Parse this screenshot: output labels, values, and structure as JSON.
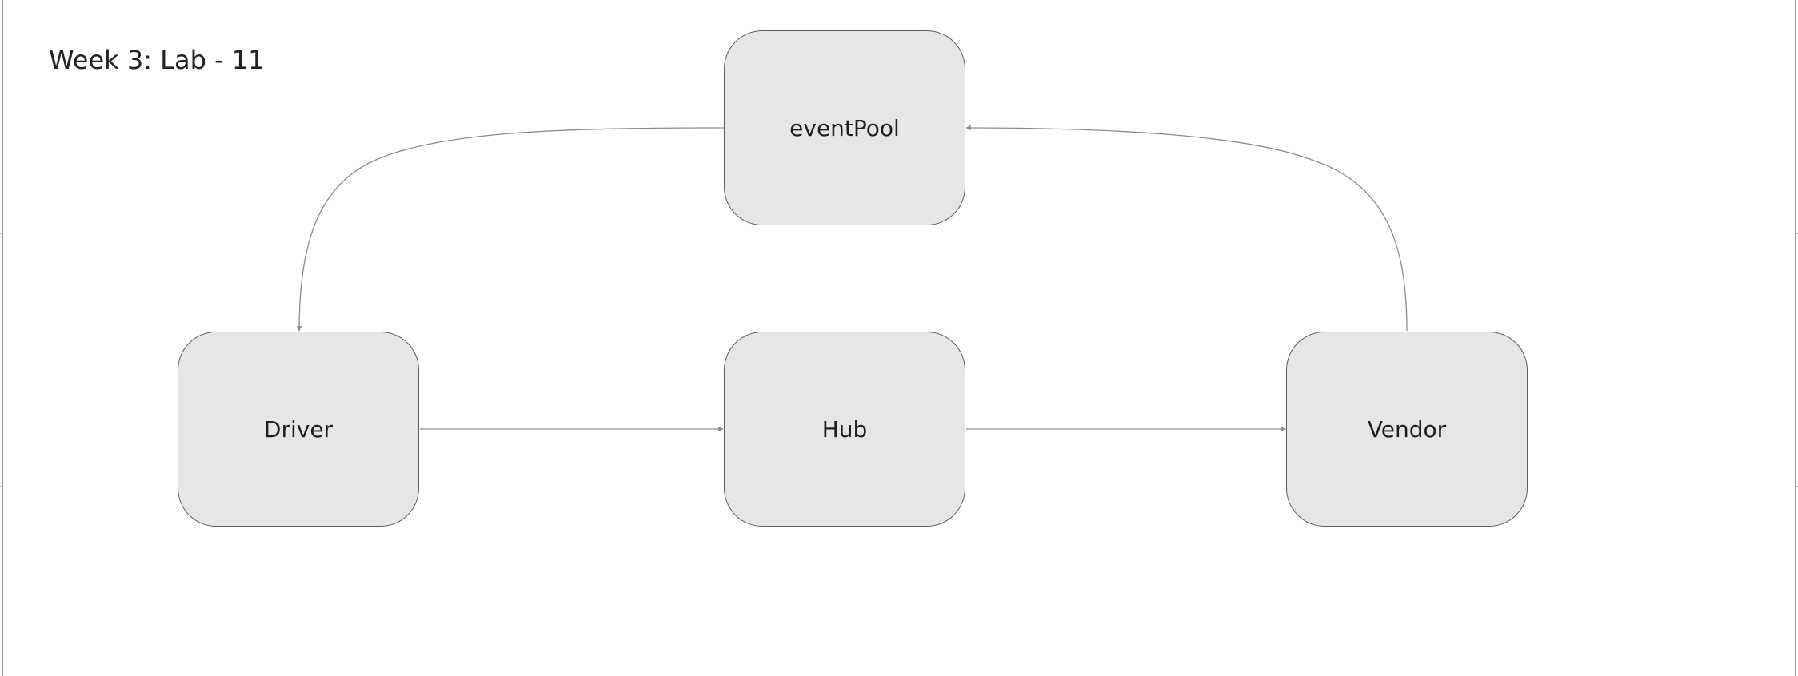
{
  "diagram": {
    "title": "Week 3: Lab - 11",
    "nodes": {
      "eventpool": {
        "label": "eventPool"
      },
      "driver": {
        "label": "Driver"
      },
      "hub": {
        "label": "Hub"
      },
      "vendor": {
        "label": "Vendor"
      }
    },
    "edges": [
      {
        "from": "eventPool",
        "to": "Driver"
      },
      {
        "from": "Vendor",
        "to": "eventPool"
      },
      {
        "from": "Driver",
        "to": "Hub"
      },
      {
        "from": "Hub",
        "to": "Vendor"
      }
    ],
    "colors": {
      "node_fill": "#e6e6e6",
      "node_stroke": "#5e5e5e",
      "edge_stroke": "#8c8c8c",
      "text": "#1e1e1e"
    }
  }
}
